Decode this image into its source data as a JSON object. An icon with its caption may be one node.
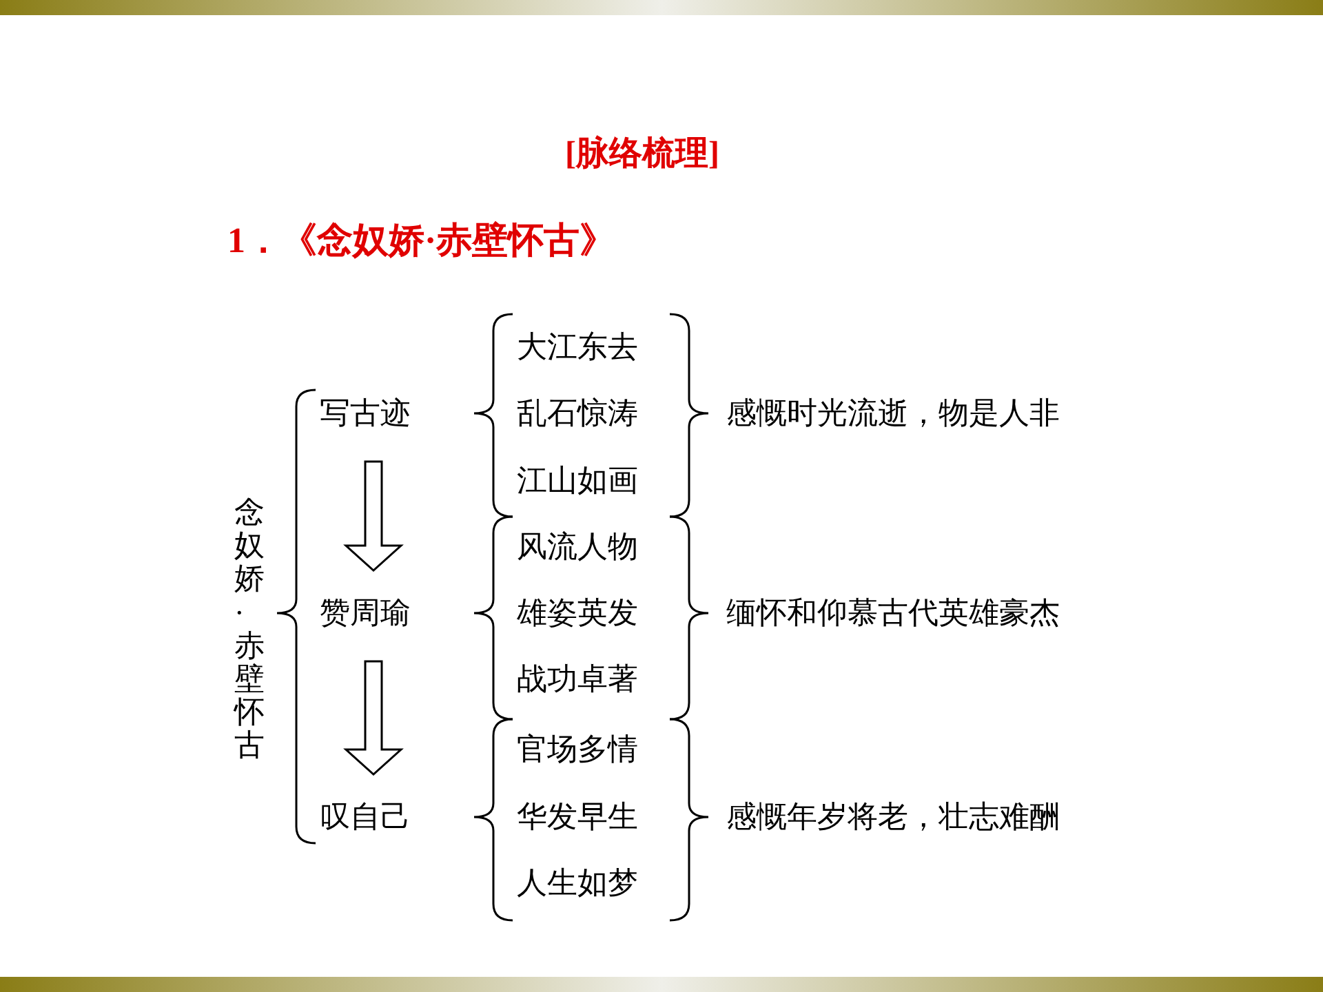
{
  "diagram": {
    "title": "[脉络梳理]",
    "nodes": [
      {
        "text": [
          "念奴娇·赤壁怀古"
        ]
      },
      {
        "text": [
          "写古迹"
        ]
      },
      {
        "text": [
          "赞周瑜"
        ]
      },
      {
        "text": [
          "叹自己"
        ]
      }
    ],
    "edges": [
      {
        "from": 1,
        "to": 2,
        "arrow": "to"
      },
      {
        "from": 2,
        "to": 3,
        "arrow": "to"
      }
    ],
    "labels": [
      "1．《念奴娇·赤壁怀古》",
      "大江东去",
      "乱石惊涛",
      "感慨时光流逝，物是人非",
      "江山如画",
      "风流人物",
      "雄姿英发",
      "缅怀和仰慕古代英雄豪杰",
      "战功卓著",
      "官场多情",
      "华发早生",
      "感慨年岁将老，壮志难酬",
      "人生如梦"
    ]
  }
}
